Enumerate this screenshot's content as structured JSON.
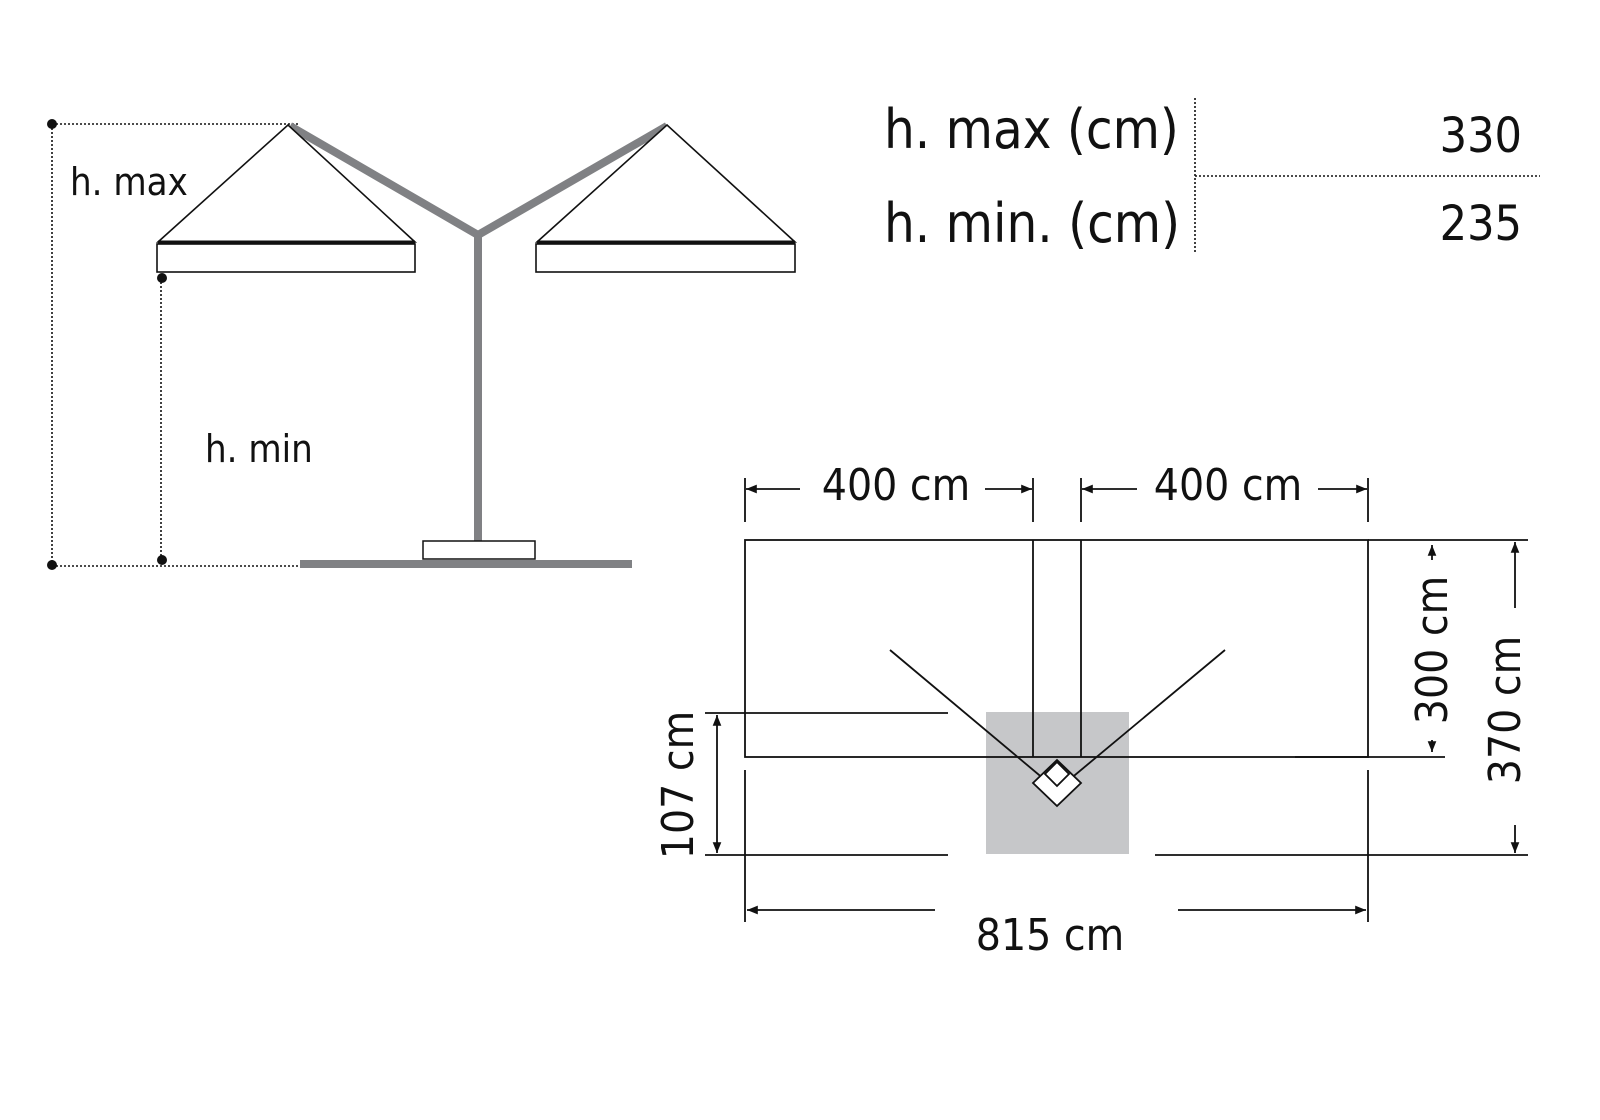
{
  "side_view": {
    "label_hmax": "h. max",
    "label_hmin": "h. min"
  },
  "spec_table": {
    "rows": [
      {
        "label": "h. max (cm)",
        "value": "330"
      },
      {
        "label": "h. min. (cm)",
        "value": "235"
      }
    ]
  },
  "top_view": {
    "width_left": "400 cm",
    "width_right": "400 cm",
    "total_width": "815 cm",
    "canopy_depth": "300 cm",
    "total_depth": "370 cm",
    "base_size": "107 cm"
  },
  "colors": {
    "frame": "#808184",
    "base_area": "#c6c7c9",
    "line": "#111111"
  }
}
